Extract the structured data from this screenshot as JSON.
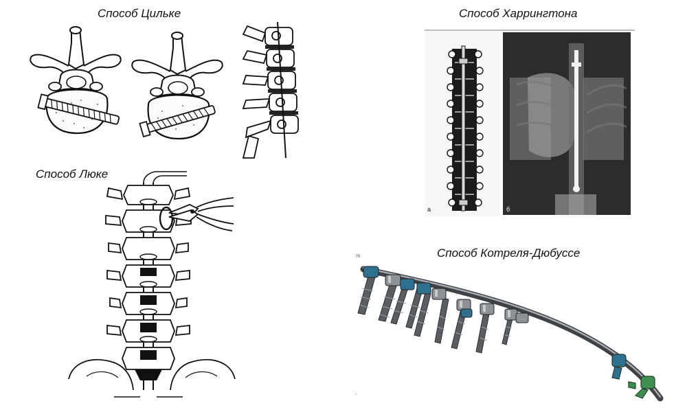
{
  "captions": {
    "tsilke": "Способ Цильке",
    "harrington": "Способ Харрингтона",
    "luque": "Способ Люке",
    "cotrel": "Способ Котреля-Дюбуссе"
  },
  "xray_labels": {
    "a": "а",
    "b": "б"
  },
  "colors": {
    "ink": "#111111",
    "xray_dark": "#2a2a2a",
    "implant_steel": "#5a5d62",
    "clamp_blue": "#2f6f8f",
    "clamp_green": "#3f8f4f"
  },
  "icons": {
    "vertebra": "vertebra-illustration",
    "spine_lateral": "lateral-spine-illustration",
    "spine_posterior": "posterior-spine-illustration",
    "xray": "chest-xray-image",
    "pliers": "pliers-icon",
    "screw": "pedicle-screw-icon"
  }
}
